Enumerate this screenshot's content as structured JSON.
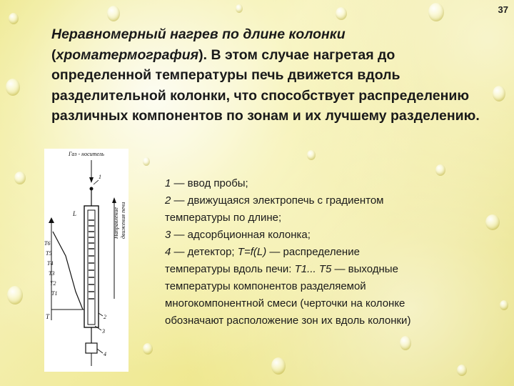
{
  "page_number": "37",
  "heading": {
    "intro_italic": "Неравномерный нагрев по длине колонки",
    "paren_open": "(",
    "term_italic": "хроматермография",
    "body": "). В этом случае нагретая до определенной температуры печь движется вдоль разделительной колонки, что способствует распределению различных компонентов по зонам и их лучшему разделению."
  },
  "figure": {
    "top_label": "Газ - носитель",
    "direction_label_1": "Направление",
    "direction_label_2": "движения печи",
    "label_1": "1",
    "label_L": "L",
    "label_T5": "T5",
    "label_T4": "T4",
    "label_T3": "T3",
    "label_T2": "T2",
    "label_T1": "T1",
    "label_T6": "T6",
    "label_T": "T",
    "label_2": "2",
    "label_3": "3",
    "label_4": "4"
  },
  "caption": {
    "l1_num": "1",
    "l1_text": " — ввод пробы;",
    "l2_num": "2",
    "l2_text": " — движущаяся электропечь с градиентом",
    "l3_text": "температуры по длине;",
    "l4_num": "3",
    "l4_text": " — адсорбционная колонка;",
    "l5_num": "4",
    "l5_text_a": " — детектор;  ",
    "l5_formula": "T=f(L)",
    "l5_text_b": " — распределение",
    "l6_text_a": "температуры  вдоль печи: ",
    "l6_italic": "T1... T5",
    "l6_text_b": " — выходные",
    "l7_text": "температуры компонентов разделяемой",
    "l8_text": "многокомпонентной смеси (черточки на колонке",
    "l9_text": "обозначают расположение зон их вдоль колонки)"
  }
}
